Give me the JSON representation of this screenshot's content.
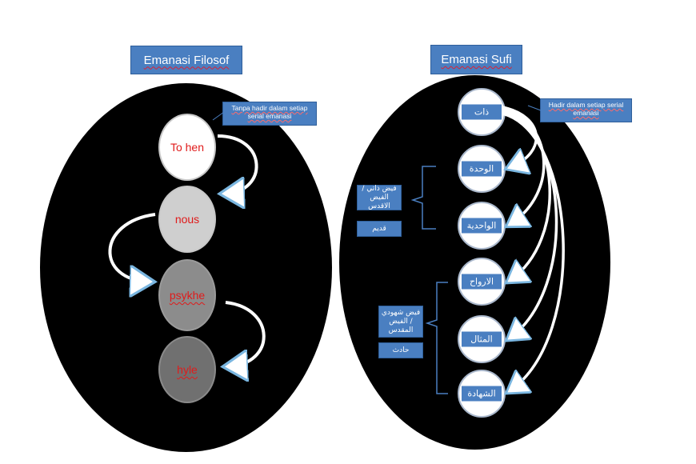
{
  "left": {
    "title": "Emanasi Filosof",
    "note": "Tanpa hadir dalam setiap serial emanasi",
    "nodes": [
      {
        "label": "To hen",
        "fill": "#ffffff"
      },
      {
        "label": "nous",
        "fill": "#cfcfcf"
      },
      {
        "label": "psykhe",
        "fill": "#8c8c8c"
      },
      {
        "label": "hyle",
        "fill": "#707070"
      }
    ]
  },
  "right": {
    "title": "Emanasi Sufi",
    "note": "Hadir dalam setiap serial emanasi",
    "nodes": [
      "ذات",
      "الوحدة",
      "الواحدية",
      "الارواح",
      "المثال",
      "الشهادة"
    ],
    "upper_group": {
      "box1": "فيض ذاتي / الفيض الاقدس",
      "box2": "قديم"
    },
    "lower_group": {
      "box1": "فيض شهودي / الفيض المقدس",
      "box2": "حادث"
    }
  },
  "colors": {
    "accent": "#4a7fc1",
    "label_red": "#e01b1b",
    "background": "#000000"
  }
}
